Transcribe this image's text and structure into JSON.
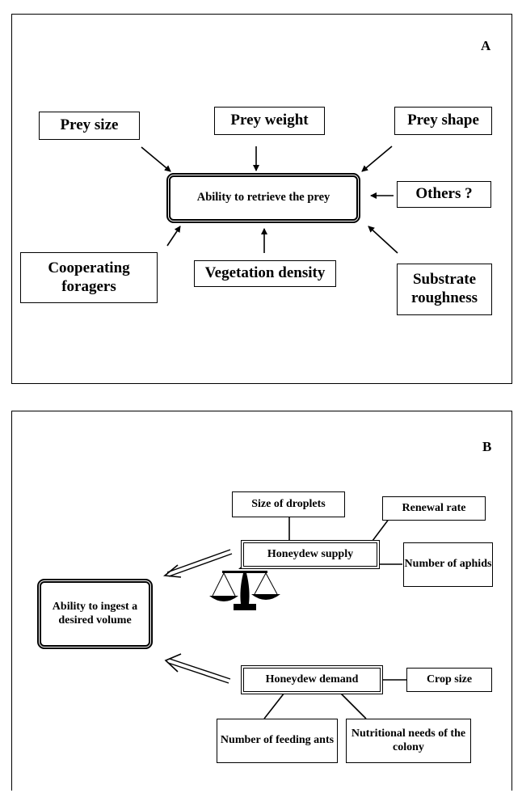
{
  "panel_a": {
    "letter": "A",
    "center": "Ability to retrieve the prey",
    "factors": {
      "prey_size": "Prey size",
      "prey_weight": "Prey weight",
      "prey_shape": "Prey shape",
      "others": "Others ?",
      "cooperating_foragers": "Cooperating foragers",
      "vegetation_density": "Vegetation density",
      "substrate_roughness": "Substrate roughness"
    }
  },
  "panel_b": {
    "letter": "B",
    "center": "Ability to ingest a desired volume",
    "supply": "Honeydew  supply",
    "demand": "Honeydew demand",
    "supply_factors": {
      "size_of_droplets": "Size of droplets",
      "renewal_rate": "Renewal rate",
      "number_of_aphids": "Number of aphids"
    },
    "demand_factors": {
      "crop_size": "Crop size",
      "number_of_feeding_ants": "Number of feeding ants",
      "nutritional_needs": "Nutritional needs of the colony"
    },
    "balance_icon": "scales-icon"
  }
}
